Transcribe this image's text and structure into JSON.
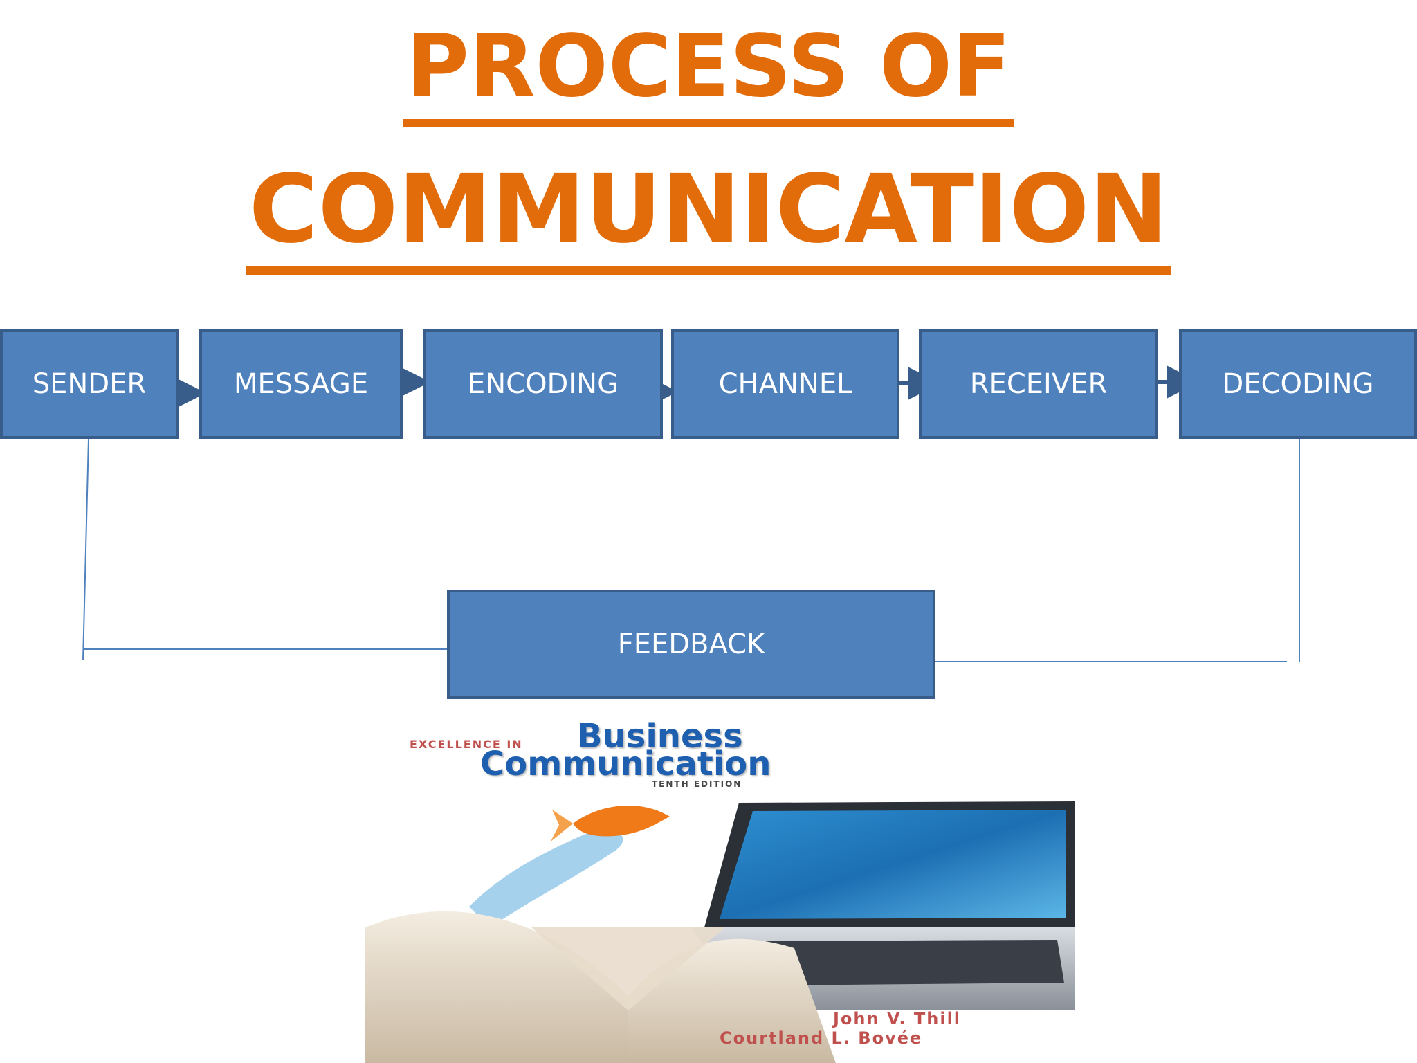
{
  "title": {
    "line1": "PROCESS OF",
    "line2": "COMMUNICATION"
  },
  "flow": {
    "sender": "SENDER",
    "message": "MESSAGE",
    "encoding": "ENCODING",
    "channel": "CHANNEL",
    "receiver": "RECEIVER",
    "decoding": "DECODING",
    "feedback": "FEEDBACK"
  },
  "book": {
    "prefix": "EXCELLENCE IN",
    "title_line1": "Business",
    "title_line2": "Communication",
    "edition": "TENTH EDITION",
    "author1": "John V. Thill",
    "author2": "Courtland L. Bovée"
  },
  "colors": {
    "title": "#E36C0A",
    "box_fill": "#4F81BD",
    "box_border": "#385D8A",
    "connector": "#4F81BD"
  }
}
